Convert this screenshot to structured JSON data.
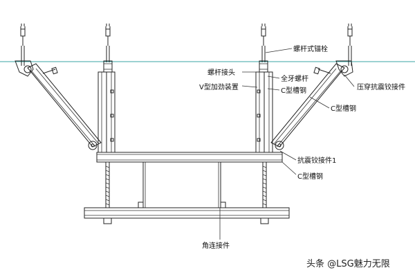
{
  "labels": {
    "screw_anchor": "螺杆式锚栓",
    "rod_joint": "螺杆接头",
    "full_thread_rod": "全牙螺杆",
    "v_stiffener": "V型加劲装置",
    "c_channel_upper": "C型槽钢",
    "press_hinge": "压穿抗震铰接件",
    "c_channel_brace": "C型槽钢",
    "seismic_hinge_1": "抗震铰接件1",
    "c_channel_lower": "C型槽钢",
    "corner_connector": "角连接件"
  },
  "watermark": "头条 @LSG魅力无限",
  "colors": {
    "line": "#222222",
    "ceiling_line": "#3aa5a5",
    "background": "#ffffff"
  }
}
